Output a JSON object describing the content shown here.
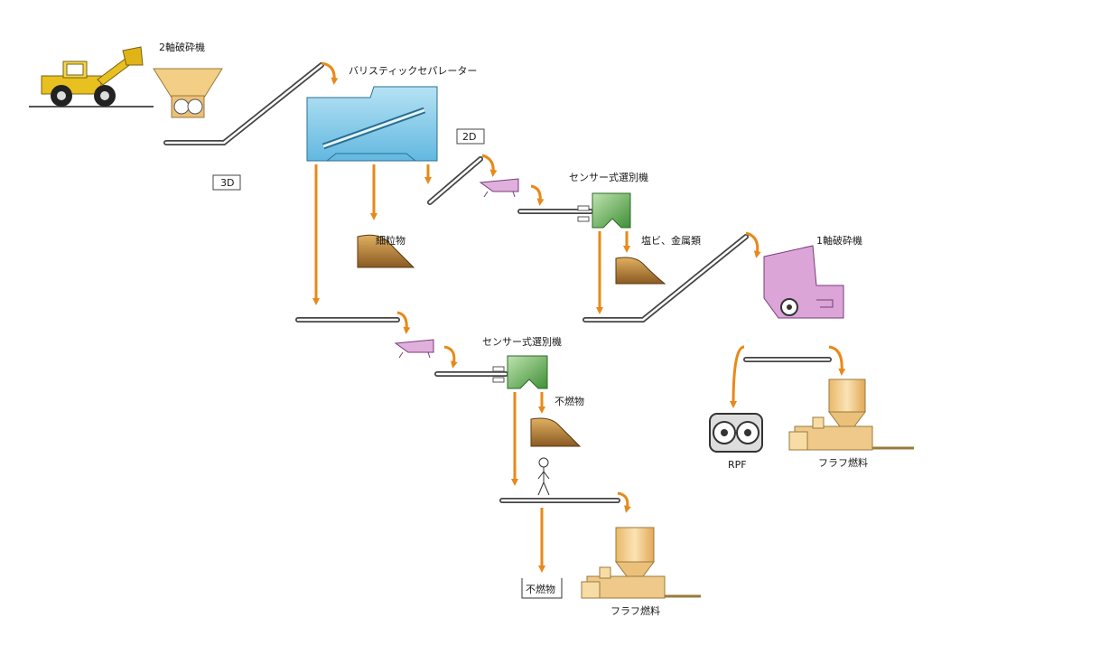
{
  "labels": {
    "crusher_2shaft": "2軸破砕機",
    "ballistic_separator": "バリスティックセパレーター",
    "tag_3d": "3D",
    "tag_2d": "2D",
    "fines": "細粒物",
    "sensor_sorter_1": "センサー式選別機",
    "pvc_metals": "塩ビ、金属類",
    "crusher_1shaft": "1軸破砕機",
    "sensor_sorter_2": "センサー式選別機",
    "rejects_1": "不燃物",
    "rejects_2": "不燃物",
    "rpf": "RPF",
    "fluff_fuel_1": "フラフ燃料",
    "fluff_fuel_2": "フラフ燃料"
  },
  "colors": {
    "arrow": "#e8891a",
    "separator": "#8fd0ec",
    "sensor": "#5fa84a",
    "crusher1": "#d9a2d6",
    "pile": "#a87a3c",
    "loader": "#e8c020",
    "baler": "#efc98a"
  }
}
